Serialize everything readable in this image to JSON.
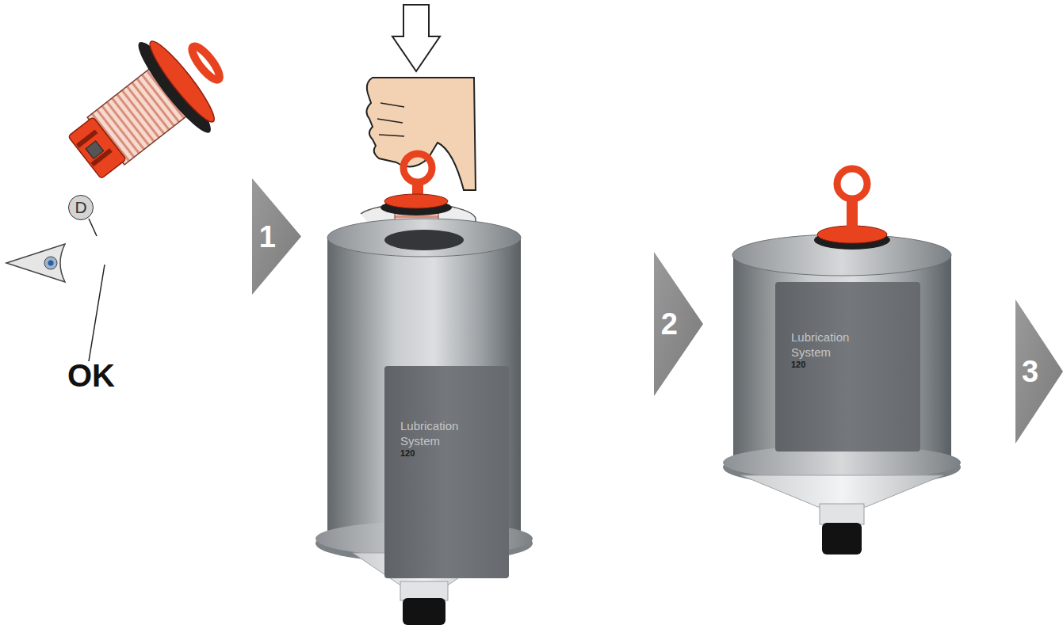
{
  "diagram": {
    "nodes": [
      {
        "text": [
          "D"
        ]
      },
      {
        "text": [
          "1"
        ]
      },
      {
        "text": [
          "Lubrication System",
          "120"
        ]
      },
      {
        "text": [
          "2"
        ]
      },
      {
        "text": [
          "Lubrication System",
          "120"
        ]
      },
      {
        "text": [
          "3"
        ]
      }
    ],
    "labels": [
      "OK"
    ]
  }
}
